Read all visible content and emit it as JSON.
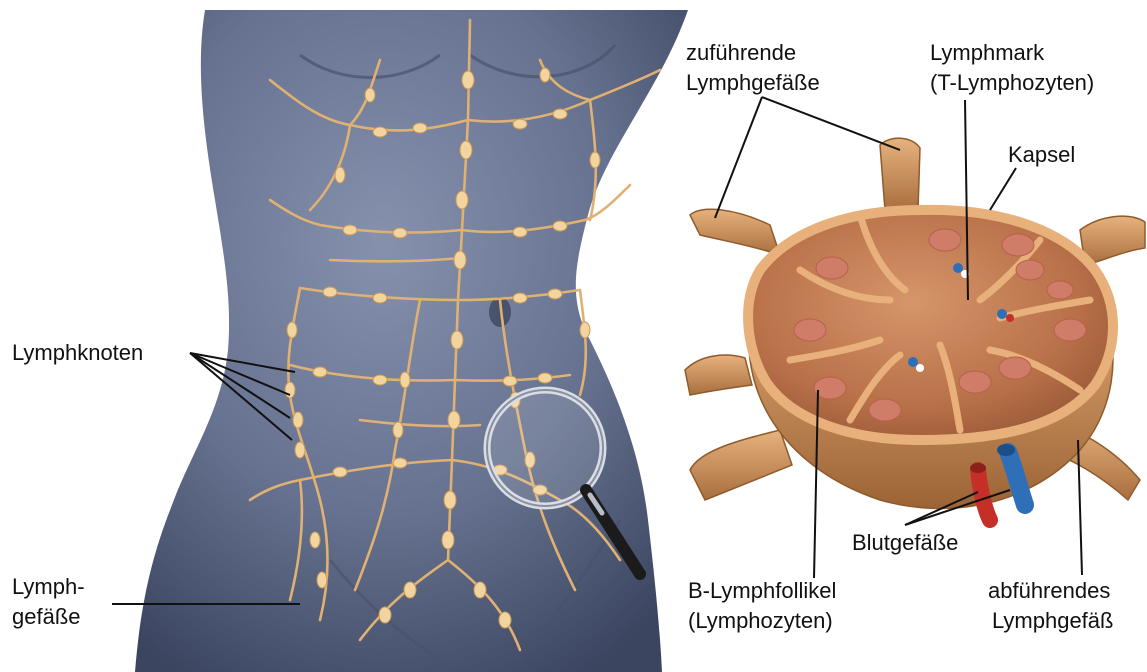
{
  "colors": {
    "background": "#ffffff",
    "body_skin": "#5f6c8c",
    "lymph_vessel": "#e0b172",
    "lymph_node": "#f2d49e",
    "node_tissue": "#c47c50",
    "capsule": "#e8b07a",
    "follicle": "#cf7c68",
    "artery": "#c62f28",
    "vein": "#2f6fb8",
    "leader_line": "#111111"
  },
  "icons": {
    "magnifier": "magnifying-glass-icon"
  },
  "labels": {
    "lymphknoten": "Lymphknoten",
    "lymphgefaesse_line1": "Lymph-",
    "lymphgefaesse_line2": "gefäße",
    "zufuehrende_line1": "zuführende",
    "zufuehrende_line2": "Lymphgefäße",
    "lymphmark_line1": "Lymphmark",
    "lymphmark_line2": "(T-Lymphozyten)",
    "kapsel": "Kapsel",
    "blutgefaesse": "Blutgefäße",
    "b_follikel_line1": "B-Lymphfollikel",
    "b_follikel_line2": "(Lymphozyten)",
    "abfuehrendes_line1": "abführendes",
    "abfuehrendes_line2": "Lymphgefäß"
  }
}
